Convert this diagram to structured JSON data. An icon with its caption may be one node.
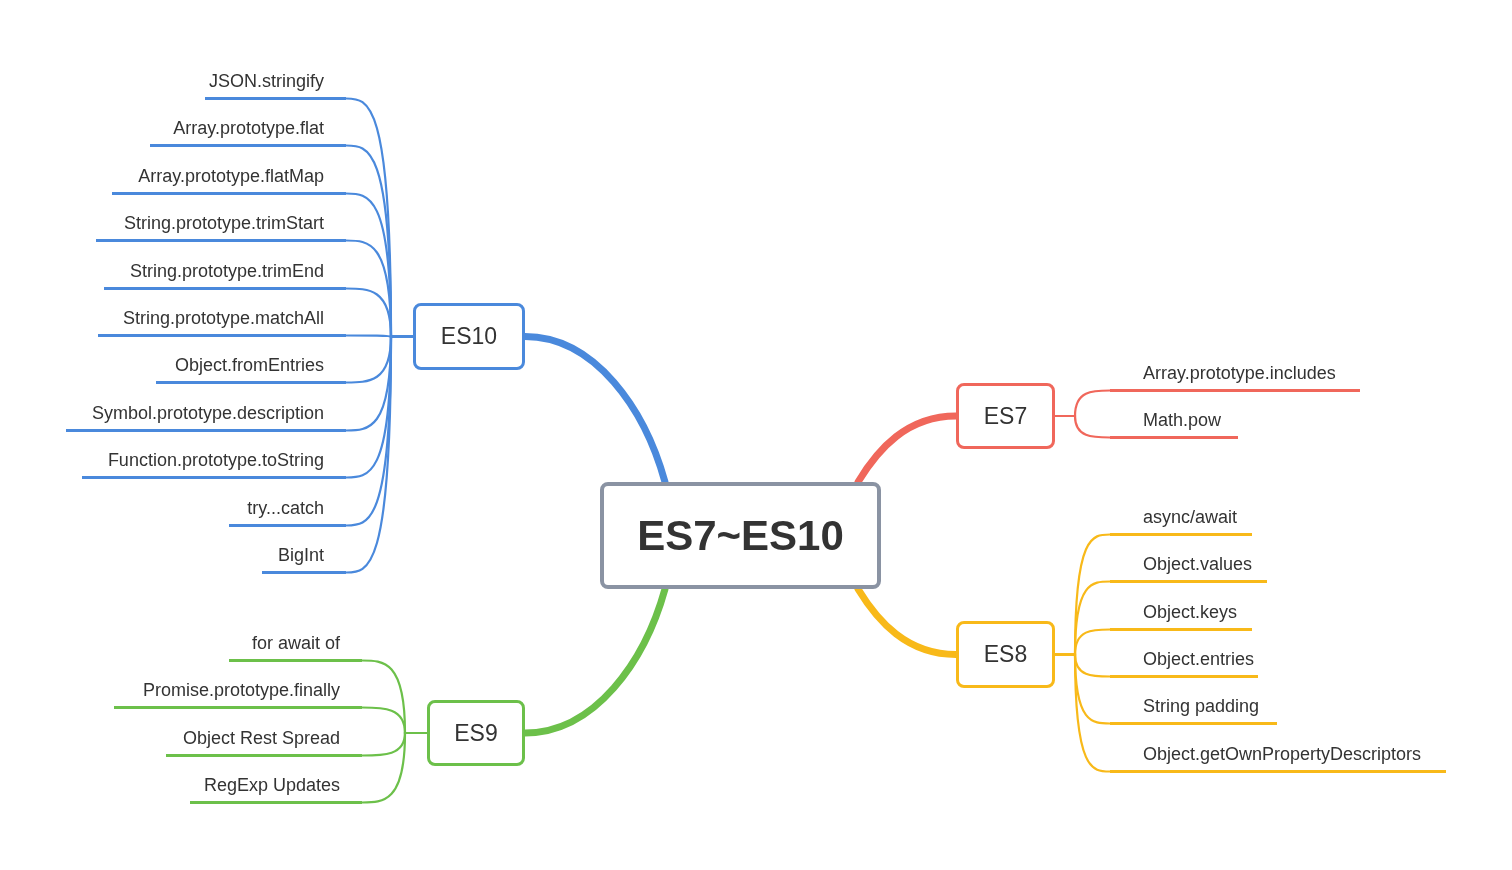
{
  "diagram": {
    "nodes": [
      {
        "text": [
          "ES7~ES10"
        ]
      },
      {
        "text": [
          "ES10"
        ]
      },
      {
        "text": [
          "JSON.stringify"
        ]
      },
      {
        "text": [
          "Array.prototype.flat"
        ]
      },
      {
        "text": [
          "Array.prototype.flatMap"
        ]
      },
      {
        "text": [
          "String.prototype.trimStart"
        ]
      },
      {
        "text": [
          "String.prototype.trimEnd"
        ]
      },
      {
        "text": [
          "String.prototype.matchAll"
        ]
      },
      {
        "text": [
          "Object.fromEntries"
        ]
      },
      {
        "text": [
          "Symbol.prototype.description"
        ]
      },
      {
        "text": [
          "Function.prototype.toString"
        ]
      },
      {
        "text": [
          "try...catch"
        ]
      },
      {
        "text": [
          "BigInt"
        ]
      },
      {
        "text": [
          "ES7"
        ]
      },
      {
        "text": [
          "Array.prototype.includes"
        ]
      },
      {
        "text": [
          "Math.pow"
        ]
      },
      {
        "text": [
          "ES8"
        ]
      },
      {
        "text": [
          "async/await"
        ]
      },
      {
        "text": [
          "Object.values"
        ]
      },
      {
        "text": [
          "Object.keys"
        ]
      },
      {
        "text": [
          "Object.entries"
        ]
      },
      {
        "text": [
          "String padding"
        ]
      },
      {
        "text": [
          "Object.getOwnPropertyDescriptors"
        ]
      },
      {
        "text": [
          "ES9"
        ]
      },
      {
        "text": [
          "for await of"
        ]
      },
      {
        "text": [
          "Promise.prototype.finally"
        ]
      },
      {
        "text": [
          "Object Rest Spread"
        ]
      },
      {
        "text": [
          "RegExp Updates"
        ]
      }
    ],
    "edges": [
      {
        "from": 0,
        "to": 1,
        "arrow": "none",
        "style": "thick"
      },
      {
        "from": 1,
        "to": 2,
        "arrow": "none"
      },
      {
        "from": 1,
        "to": 3,
        "arrow": "none"
      },
      {
        "from": 1,
        "to": 4,
        "arrow": "none"
      },
      {
        "from": 1,
        "to": 5,
        "arrow": "none"
      },
      {
        "from": 1,
        "to": 6,
        "arrow": "none"
      },
      {
        "from": 1,
        "to": 7,
        "arrow": "none"
      },
      {
        "from": 1,
        "to": 8,
        "arrow": "none"
      },
      {
        "from": 1,
        "to": 9,
        "arrow": "none"
      },
      {
        "from": 1,
        "to": 10,
        "arrow": "none"
      },
      {
        "from": 1,
        "to": 11,
        "arrow": "none"
      },
      {
        "from": 1,
        "to": 12,
        "arrow": "none"
      },
      {
        "from": 0,
        "to": 13,
        "arrow": "none",
        "style": "thick",
        "color": "#f0675b"
      },
      {
        "from": 13,
        "to": 14,
        "arrow": "none",
        "color": "#f0675b"
      },
      {
        "from": 13,
        "to": 15,
        "arrow": "none",
        "color": "#f0675b"
      },
      {
        "from": 0,
        "to": 16,
        "arrow": "none",
        "style": "thick",
        "color": "#f8b919"
      },
      {
        "from": 16,
        "to": 17,
        "arrow": "none",
        "color": "#f8b919"
      },
      {
        "from": 16,
        "to": 18,
        "arrow": "none",
        "color": "#f8b919"
      },
      {
        "from": 16,
        "to": 19,
        "arrow": "none",
        "color": "#f8b919"
      },
      {
        "from": 16,
        "to": 20,
        "arrow": "none",
        "color": "#f8b919"
      },
      {
        "from": 16,
        "to": 21,
        "arrow": "none",
        "color": "#f8b919"
      },
      {
        "from": 16,
        "to": 22,
        "arrow": "none",
        "color": "#f8b919"
      },
      {
        "from": 0,
        "to": 23,
        "arrow": "none",
        "style": "thick",
        "color": "#6cc04a"
      },
      {
        "from": 23,
        "to": 24,
        "arrow": "none",
        "color": "#6cc04a"
      },
      {
        "from": 23,
        "to": 25,
        "arrow": "none",
        "color": "#6cc04a"
      },
      {
        "from": 23,
        "to": 26,
        "arrow": "none",
        "color": "#6cc04a"
      },
      {
        "from": 23,
        "to": 27,
        "arrow": "none",
        "color": "#6cc04a"
      }
    ]
  }
}
